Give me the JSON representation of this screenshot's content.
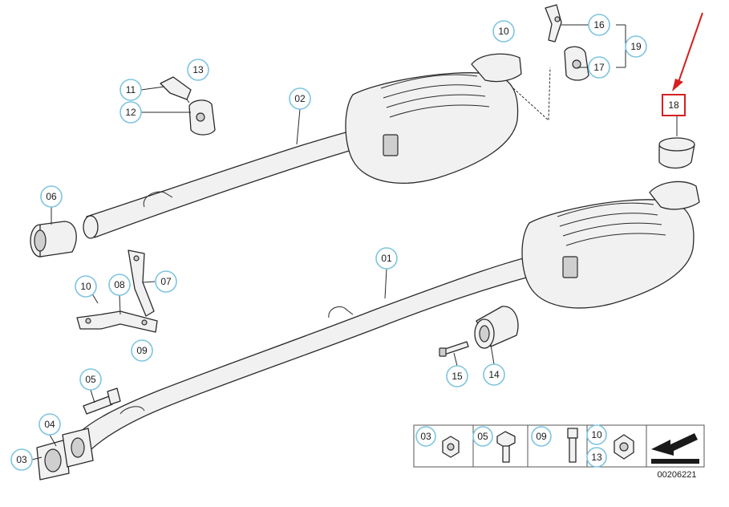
{
  "callouts": {
    "c01": "01",
    "c02": "02",
    "c03a": "03",
    "c03b": "03",
    "c04": "04",
    "c05a": "05",
    "c05b": "05",
    "c06": "06",
    "c07": "07",
    "c08": "08",
    "c09a": "09",
    "c09b": "09",
    "c10a": "10",
    "c10b": "10",
    "c10c": "10",
    "c11": "11",
    "c12": "12",
    "c13a": "13",
    "c13b": "13",
    "c14": "14",
    "c15": "15",
    "c16": "16",
    "c17": "17",
    "c18": "18",
    "c19": "19"
  },
  "reference_number": "00206221",
  "colors": {
    "callout_ring": "#7fc4e0",
    "highlight": "#d42020",
    "line": "#2a2a2a"
  },
  "icons": {
    "arrow": "red-pointer-arrow-icon",
    "legend_arrow": "navigation-arrow-icon"
  }
}
